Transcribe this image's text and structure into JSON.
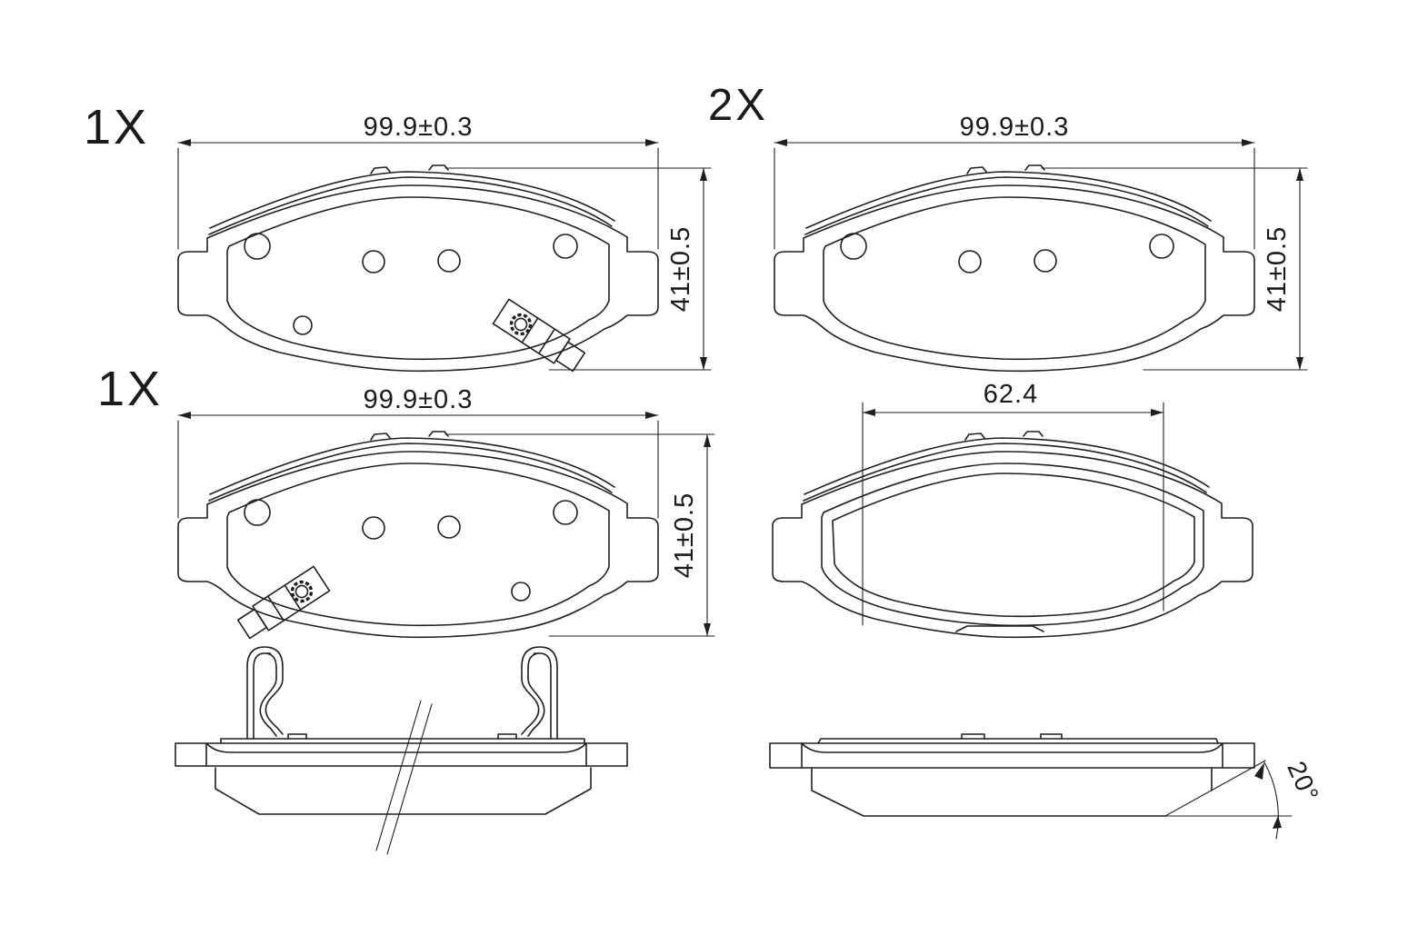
{
  "drawing": {
    "type": "brake-pad technical drawing",
    "views": {
      "top_left": {
        "qty": "1X",
        "width": "99.9±0.3",
        "height": "41±0.5"
      },
      "top_right": {
        "qty": "2X",
        "width": "99.9±0.3",
        "height": "41±0.5"
      },
      "mid_left": {
        "qty": "1X",
        "width": "99.9±0.3",
        "height": "41±0.5"
      },
      "mid_right": {
        "width": "62.4"
      },
      "bottom_right": {
        "chamfer_angle": "20°"
      }
    },
    "colors": {
      "line": "#1f1f1f",
      "background": "#ffffff"
    }
  }
}
